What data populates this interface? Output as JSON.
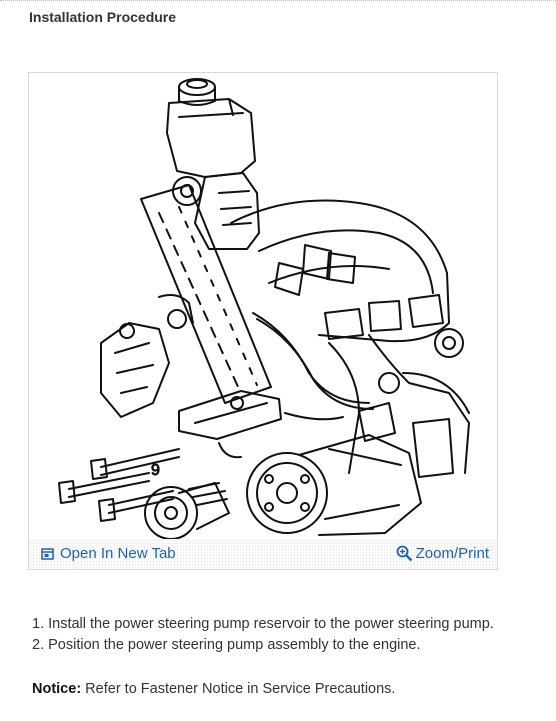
{
  "section_title": "Installation Procedure",
  "figure": {
    "open_tab_label": "Open In New Tab",
    "zoom_label": "Zoom/Print",
    "open_tab_icon": "external-window-icon",
    "zoom_icon": "magnifier-plus-icon",
    "link_color": "#1a62b8"
  },
  "steps": [
    "1. Install the power steering pump reservoir to the power steering pump.",
    "2. Position the power steering pump assembly to the engine."
  ],
  "notice": {
    "label": "Notice:",
    "text": " Refer to Fastener Notice in Service Precautions."
  }
}
